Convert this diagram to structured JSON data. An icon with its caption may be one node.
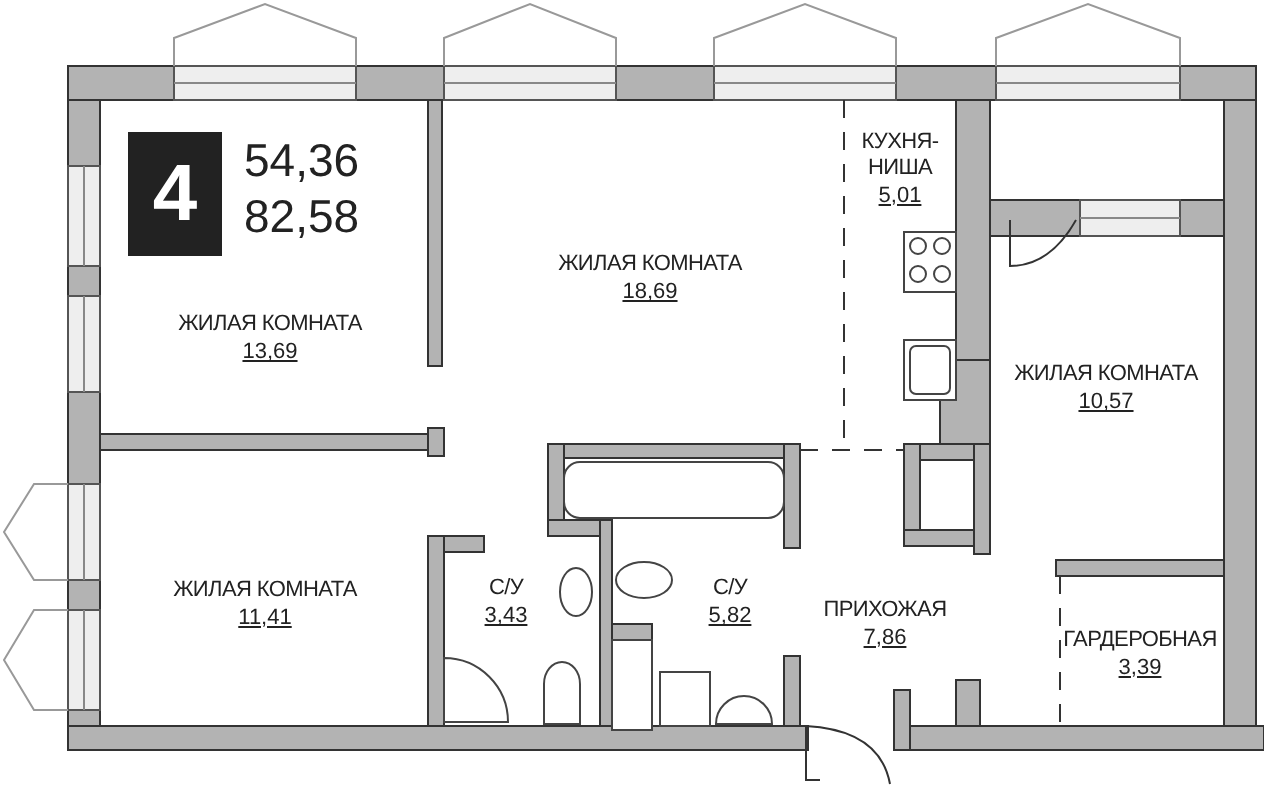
{
  "diagram": {
    "nodes": [
      {
        "text": [
          "4"
        ],
        "beside": [
          "54,36",
          "82,58"
        ]
      },
      {
        "text": [
          "ЖИЛАЯ КОМНАТА",
          "13,69"
        ]
      },
      {
        "text": [
          "ЖИЛАЯ КОМНАТА",
          "18,69"
        ]
      },
      {
        "text": [
          "КУХНЯ- НИША",
          "5,01"
        ]
      },
      {
        "text": [
          "ЖИЛАЯ КОМНАТА",
          "10,57"
        ]
      },
      {
        "text": [
          "ЖИЛАЯ КОМНАТА",
          "11,41"
        ]
      },
      {
        "text": [
          "С/У",
          "3,43"
        ]
      },
      {
        "text": [
          "С/У",
          "5,82"
        ]
      },
      {
        "text": [
          "ПРИХОЖАЯ",
          "7,86"
        ]
      },
      {
        "text": [
          "ГАРДЕРОБНАЯ",
          "3,39"
        ]
      }
    ]
  }
}
